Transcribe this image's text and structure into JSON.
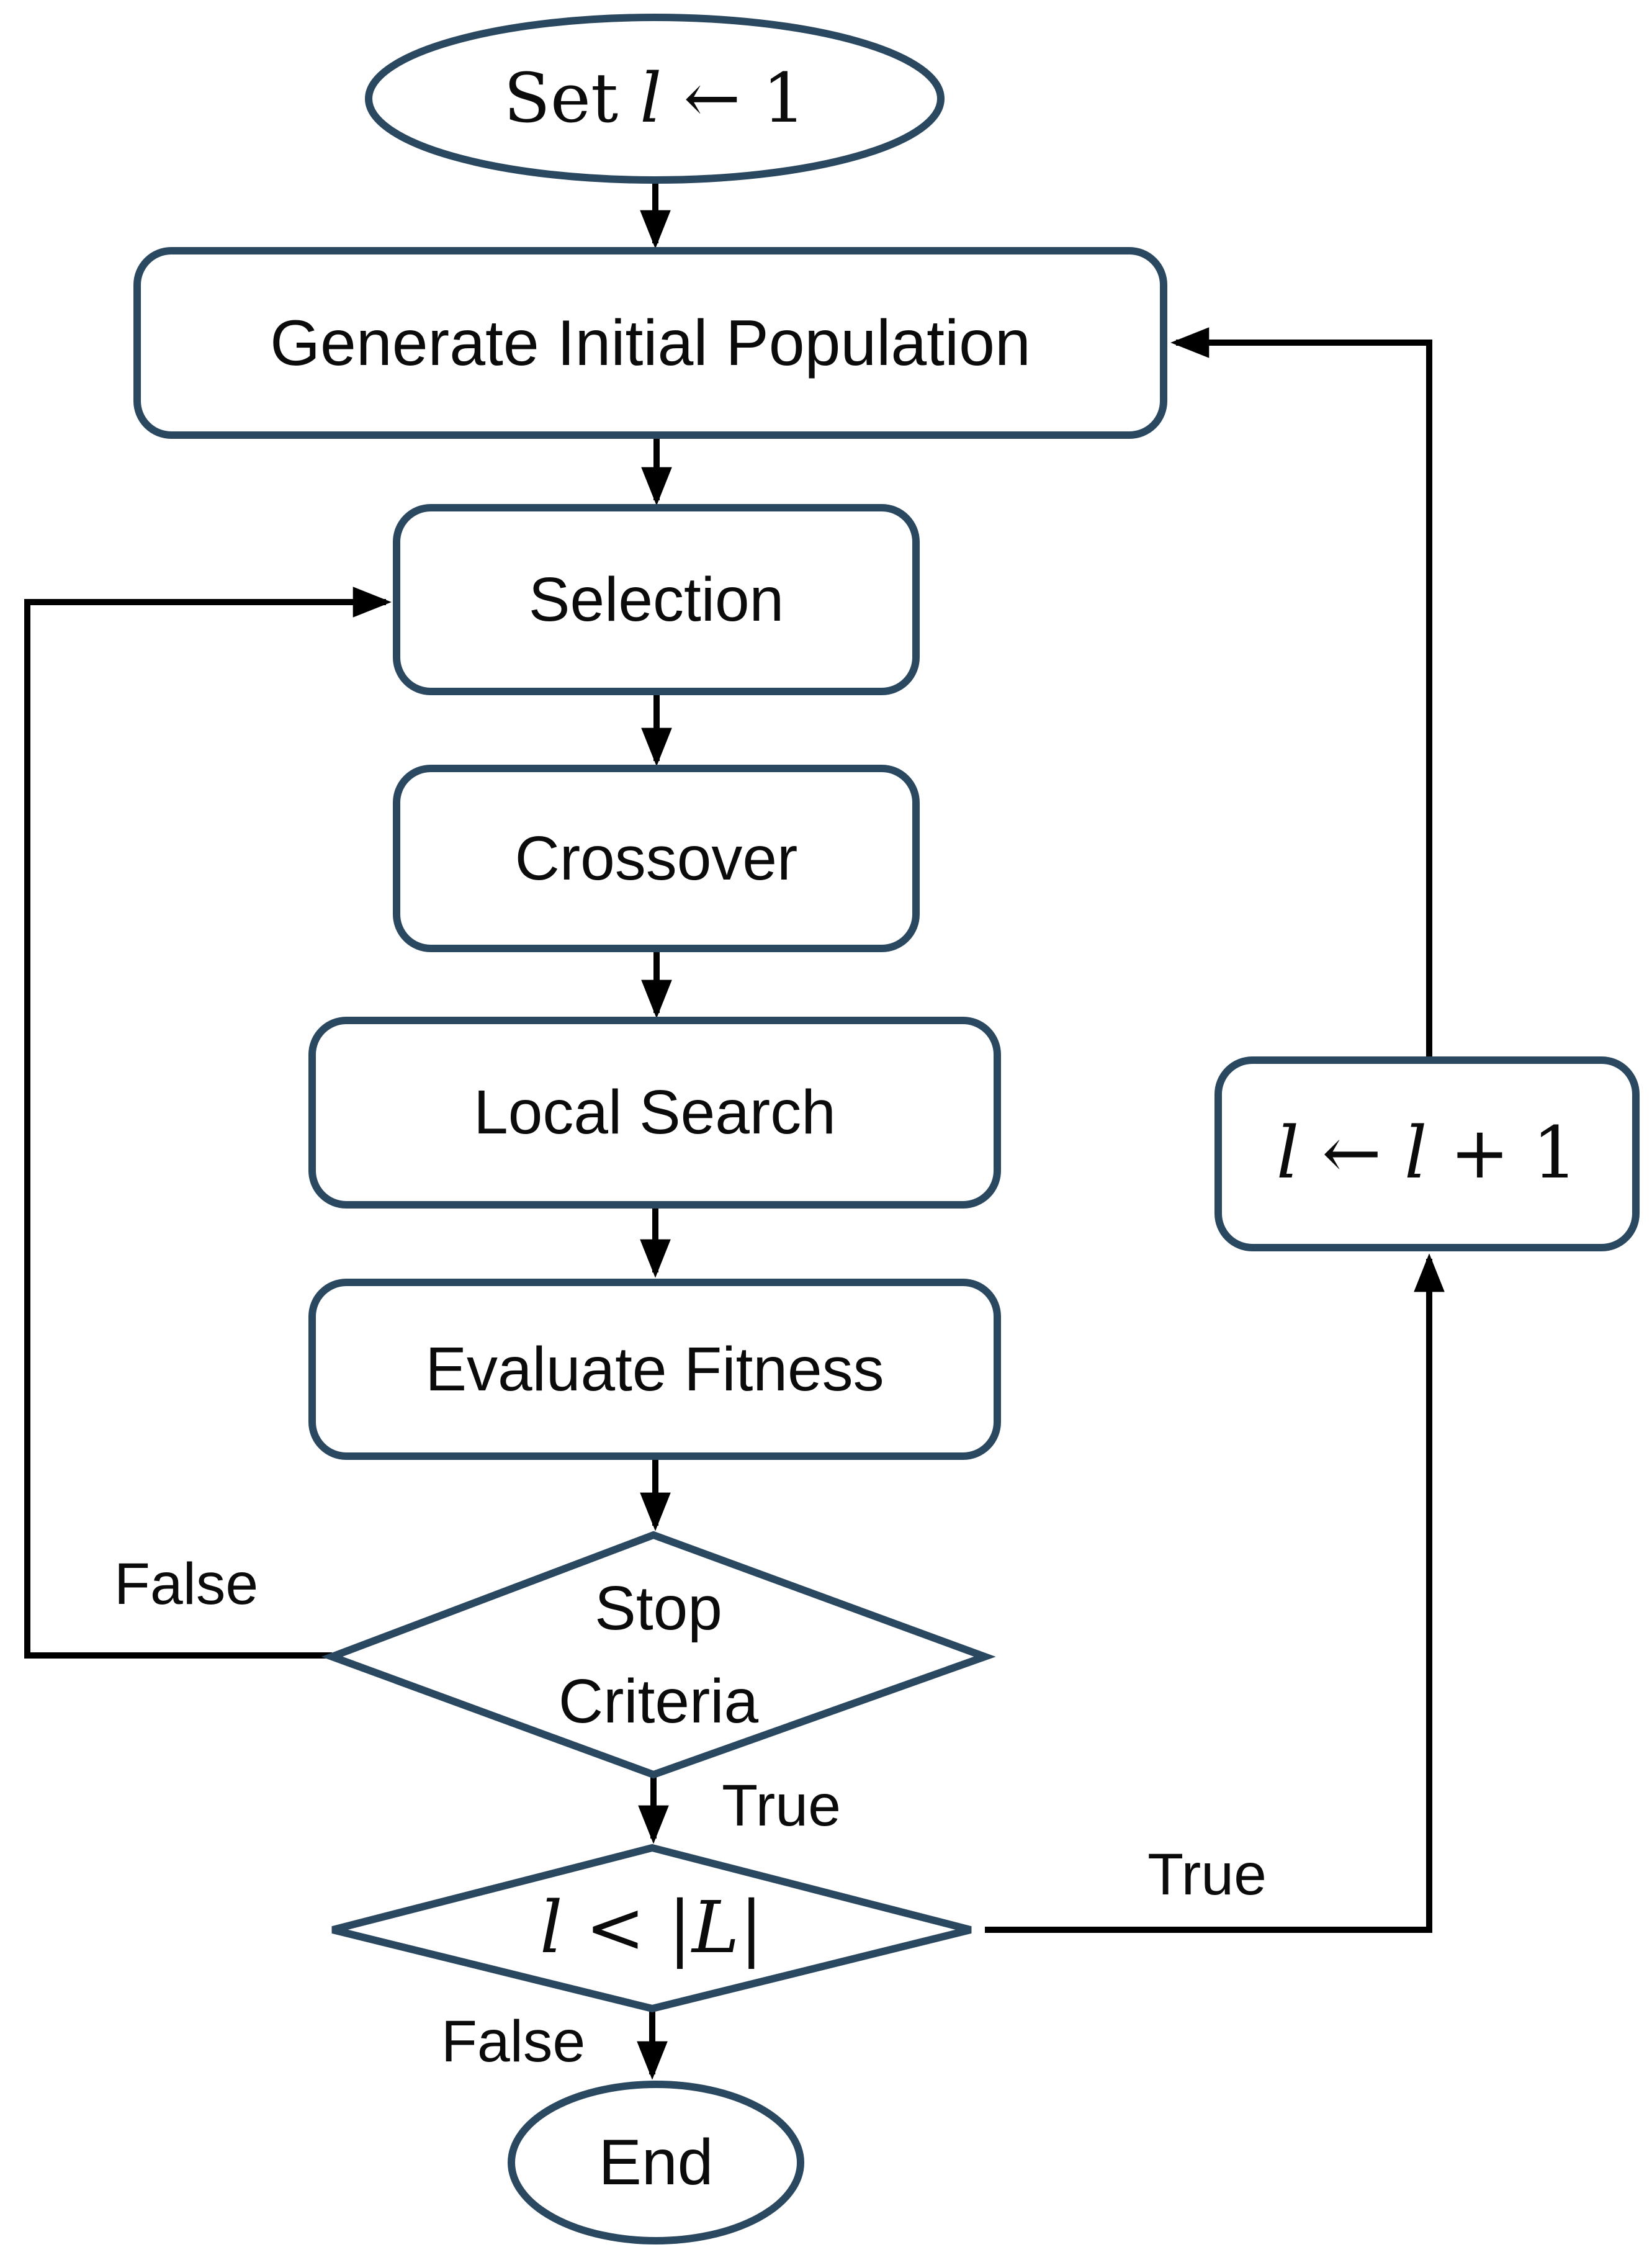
{
  "diagram": {
    "type": "flowchart",
    "background": "#ffffff",
    "colors": {
      "shape_stroke": "#2b4861",
      "shape_fill": "#ffffff",
      "connector": "#000000",
      "text": "#0b0b0b"
    },
    "nodes": {
      "start": {
        "shape": "ellipse",
        "prefix": "Set ",
        "var": "l",
        "suffix": " ← 1"
      },
      "generate": {
        "shape": "rounded-rect",
        "label": "Generate Initial Population"
      },
      "selection": {
        "shape": "rounded-rect",
        "label": "Selection"
      },
      "crossover": {
        "shape": "rounded-rect",
        "label": "Crossover"
      },
      "local_search": {
        "shape": "rounded-rect",
        "label": "Local Search"
      },
      "evaluate_fitness": {
        "shape": "rounded-rect",
        "label": "Evaluate Fitness"
      },
      "stop_criteria": {
        "shape": "diamond",
        "line1": "Stop",
        "line2": "Criteria"
      },
      "level_check": {
        "shape": "diamond",
        "var1": "l",
        "op": " < |",
        "var2": "L",
        "suffix": "|"
      },
      "increment": {
        "shape": "rounded-rect",
        "var1": "l",
        "op": " ← ",
        "var2": "l",
        "suffix": " + 1"
      },
      "end": {
        "shape": "ellipse",
        "label": "End"
      }
    },
    "edge_labels": {
      "stop_false": "False",
      "stop_true": "True",
      "level_true": "True",
      "level_false": "False"
    },
    "edges": [
      {
        "from": "start",
        "to": "generate"
      },
      {
        "from": "generate",
        "to": "selection"
      },
      {
        "from": "selection",
        "to": "crossover"
      },
      {
        "from": "crossover",
        "to": "local_search"
      },
      {
        "from": "local_search",
        "to": "evaluate_fitness"
      },
      {
        "from": "evaluate_fitness",
        "to": "stop_criteria"
      },
      {
        "from": "stop_criteria",
        "to": "selection",
        "label": "False"
      },
      {
        "from": "stop_criteria",
        "to": "level_check",
        "label": "True"
      },
      {
        "from": "level_check",
        "to": "increment",
        "label": "True"
      },
      {
        "from": "level_check",
        "to": "end",
        "label": "False"
      },
      {
        "from": "increment",
        "to": "generate"
      }
    ]
  }
}
